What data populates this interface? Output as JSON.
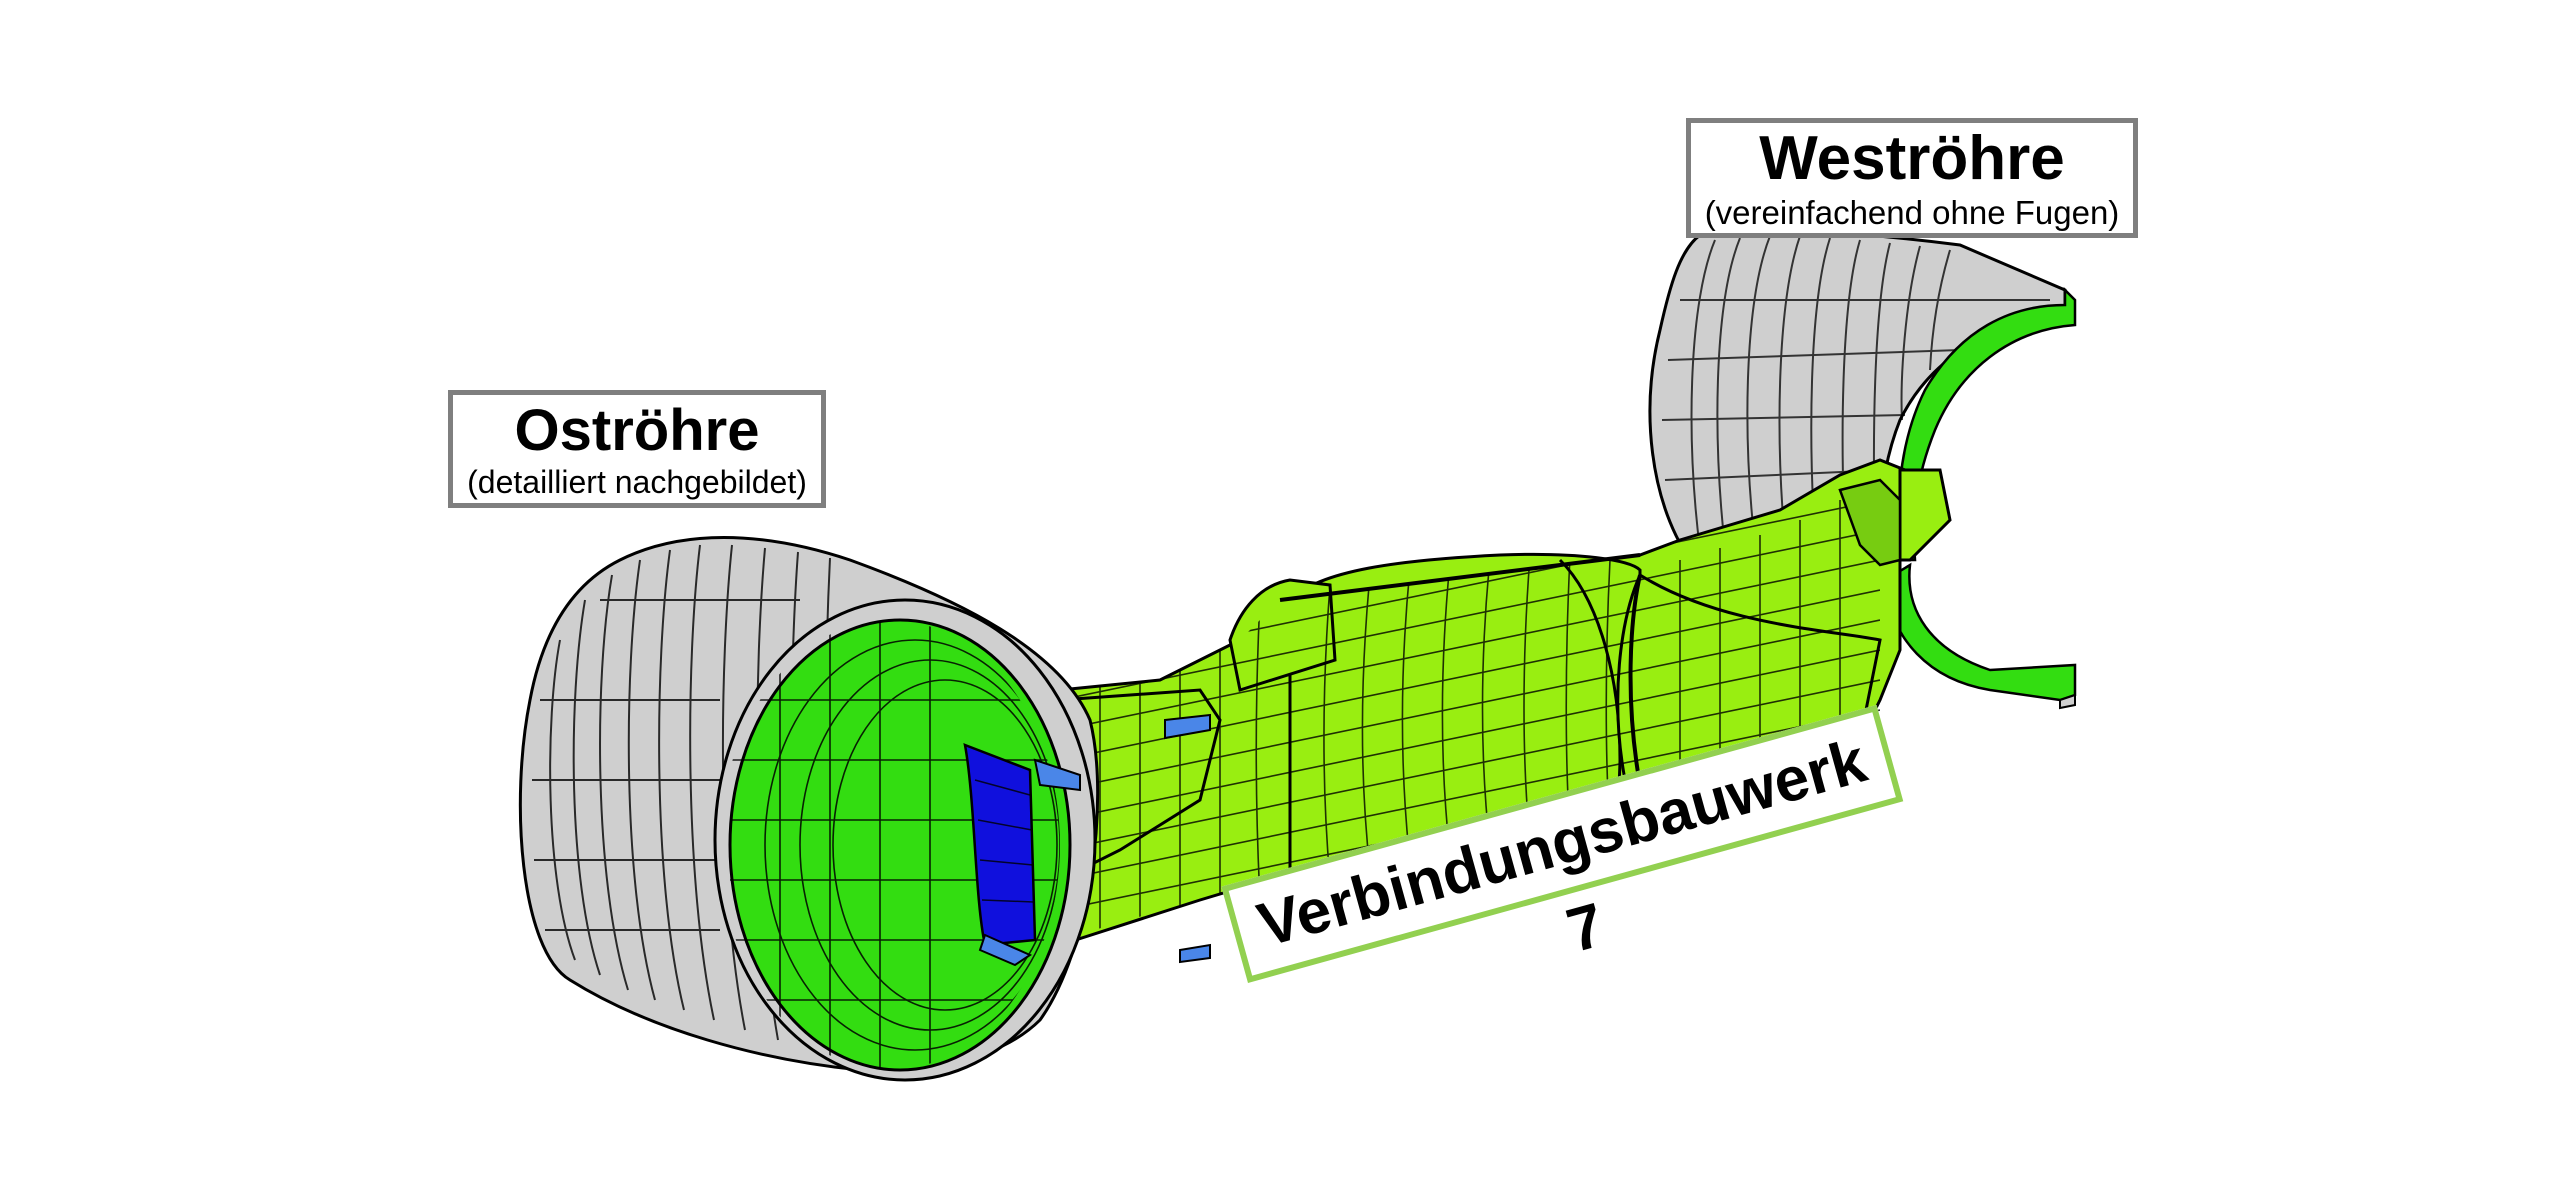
{
  "labels": {
    "ost": {
      "title": "Oströhre",
      "subtitle": "(detailliert nachgebildet)"
    },
    "west": {
      "title": "Weströhre",
      "subtitle": "(vereinfachend ohne Fugen)"
    },
    "structure": {
      "title": "Verbindungsbauwerk 7"
    }
  },
  "colors": {
    "tube_grey": "#cfcfcf",
    "lining_green": "#33dd11",
    "structure_yellowgreen": "#99ee11",
    "joint_blue": "#1010dd",
    "joint_lightblue": "#4a86e8",
    "mesh_line": "#000000",
    "box_border_grey": "#7f7f7f",
    "box_border_green": "#92d050"
  }
}
